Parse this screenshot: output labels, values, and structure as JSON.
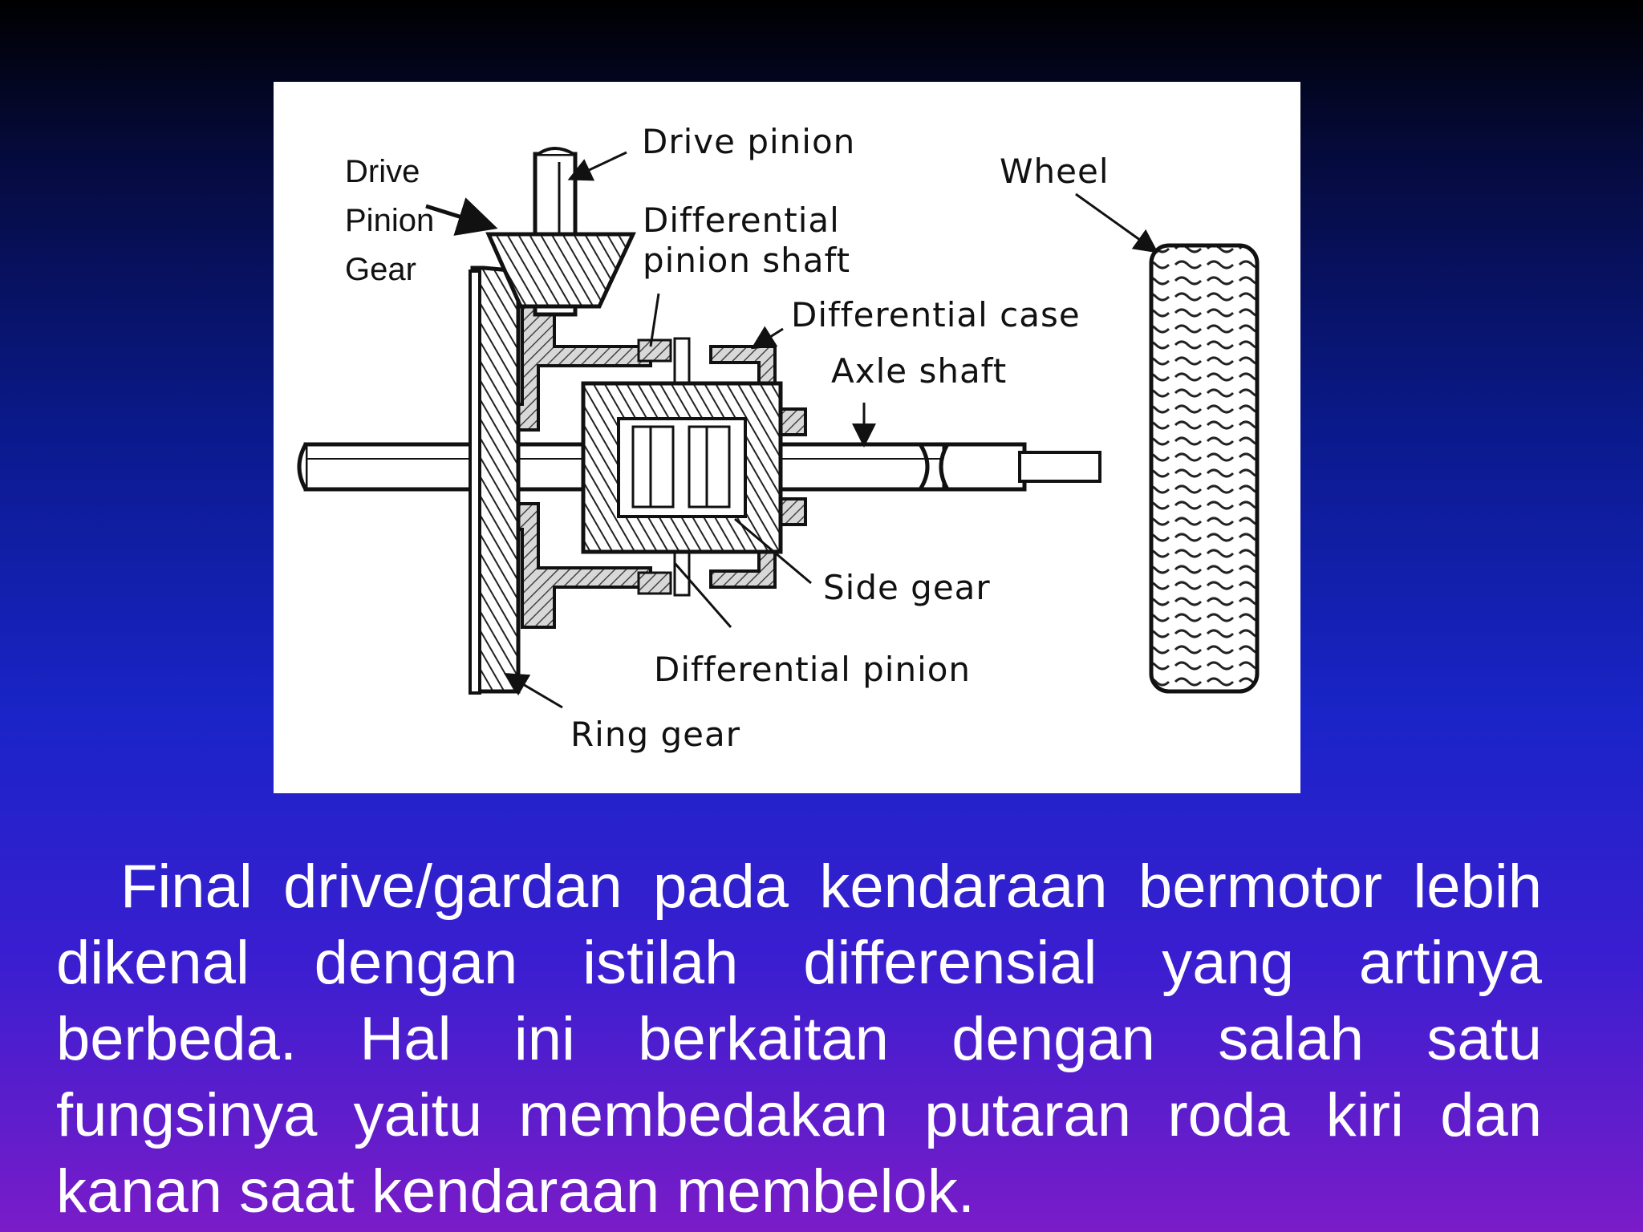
{
  "diagram": {
    "labels": {
      "drive_pinion": "Drive pinion",
      "wheel": "Wheel",
      "differential_pinion_shaft_1": "Differential",
      "differential_pinion_shaft_2": "pinion shaft",
      "differential_case": "Differential case",
      "axle_shaft": "Axle shaft",
      "side_gear": "Side gear",
      "differential_pinion": "Differential pinion",
      "ring_gear": "Ring gear",
      "drive_pinion_gear_1": "Drive",
      "drive_pinion_gear_2": "Pinion",
      "drive_pinion_gear_3": "Gear"
    }
  },
  "paragraph": "Final drive/gardan pada kendaraan bermotor lebih dikenal dengan istilah  differensial yang artinya berbeda. Hal ini berkaitan dengan salah satu fungsinya yaitu membedakan putaran roda kiri dan kanan saat kendaraan membelok."
}
